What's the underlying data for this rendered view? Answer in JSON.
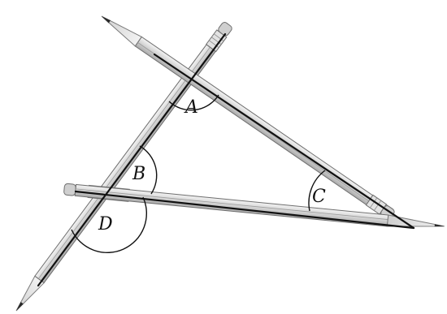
{
  "angle_labels": {
    "a": "A",
    "b": "B",
    "c": "C",
    "d": "D"
  },
  "colors": {
    "pencil_body": "#d9d9d9",
    "pencil_edge": "#6e6e6e",
    "pencil_tip": "#2a2a2a",
    "line": "#111111"
  }
}
